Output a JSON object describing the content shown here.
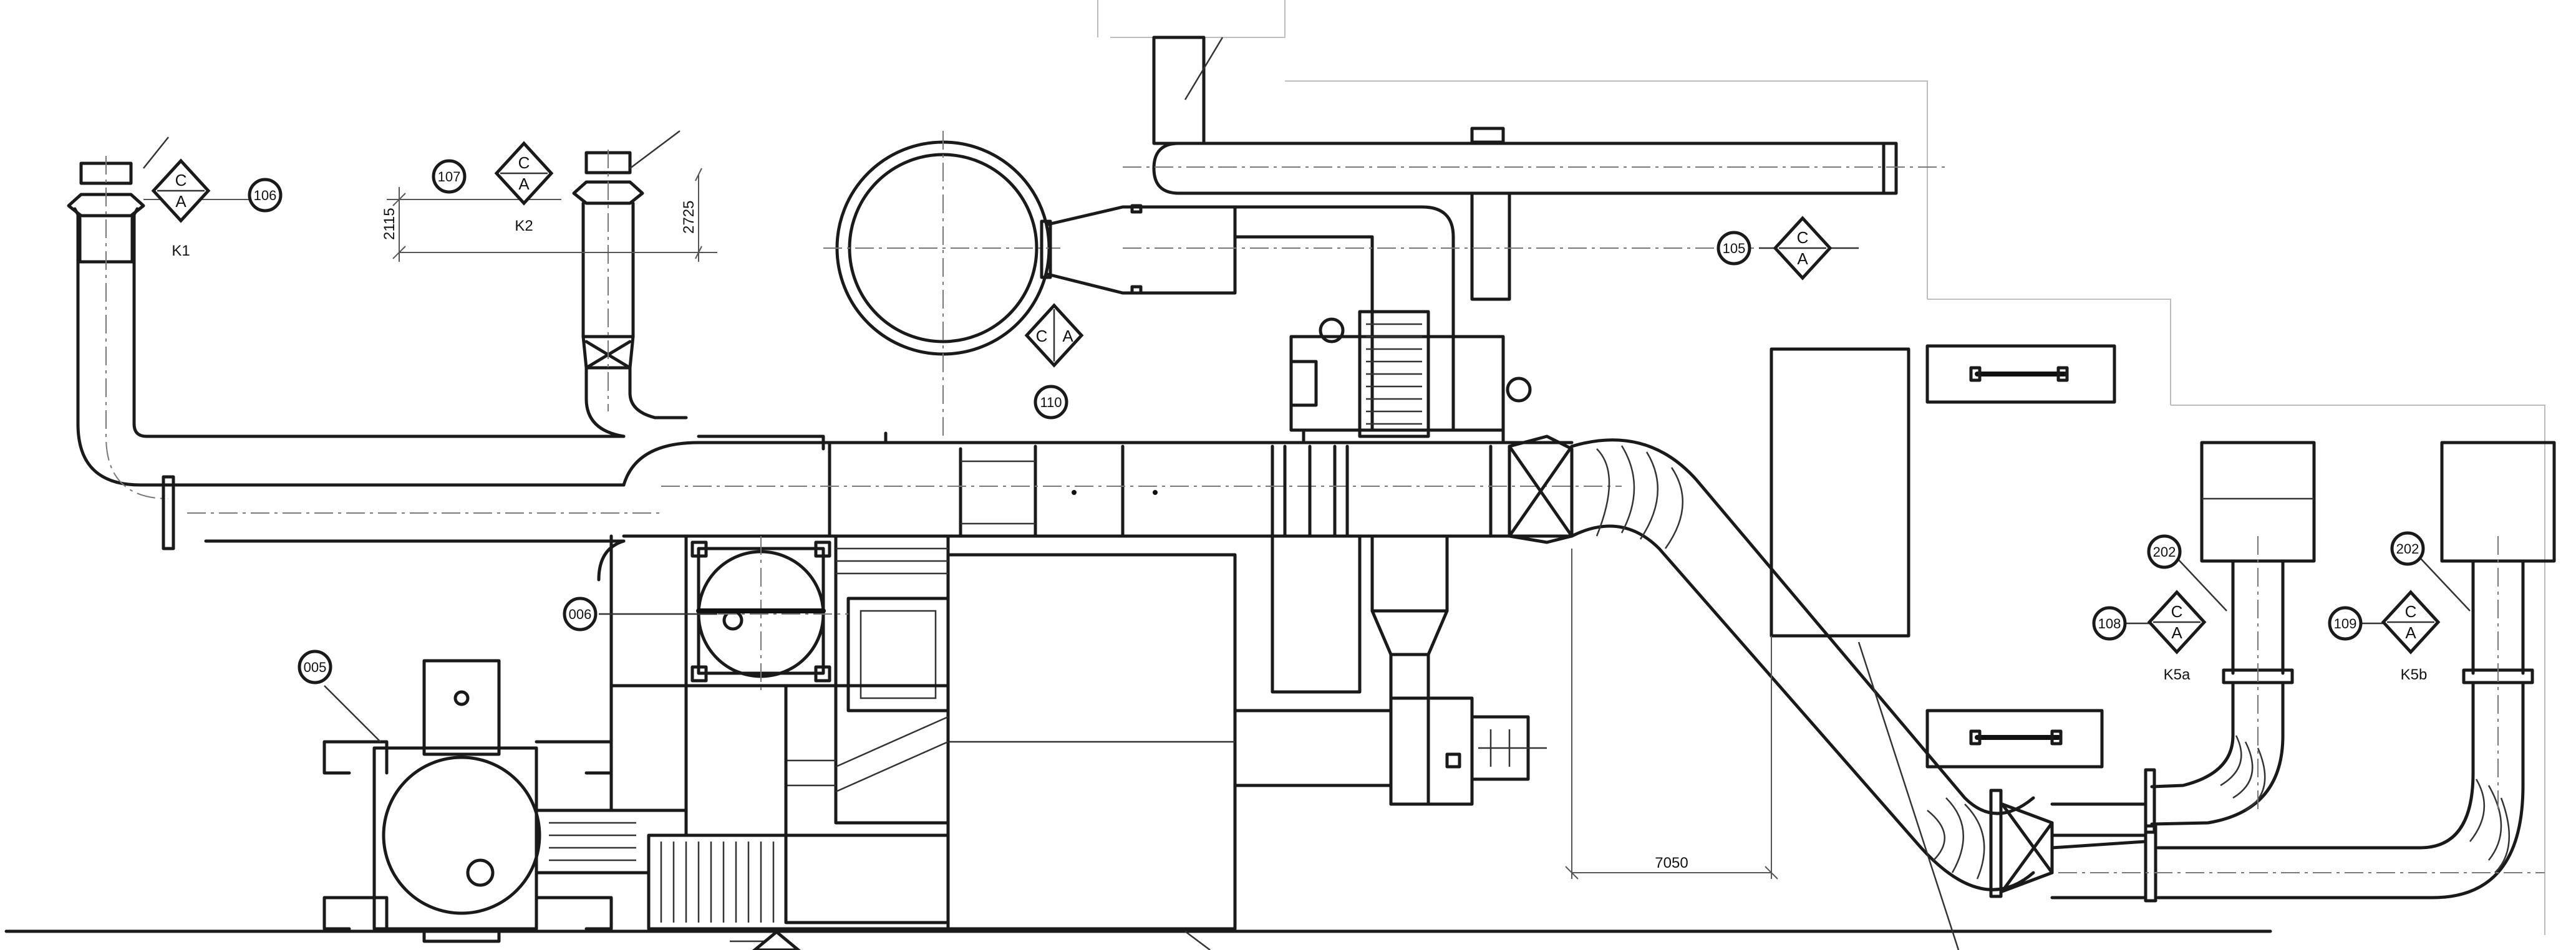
{
  "symbols": {
    "diamond_top": "C",
    "diamond_bottom": "A"
  },
  "tags": {
    "t106": "106",
    "t107": "107",
    "t105": "105",
    "t110": "110",
    "t006": "006",
    "t005": "005",
    "t202a": "202",
    "t202b": "202",
    "t108": "108",
    "t109": "109"
  },
  "labels": {
    "k1": "K1",
    "k2": "K2",
    "k5a": "K5a",
    "k5b": "K5b"
  },
  "dimensions": {
    "d2115": "2115",
    "d2725": "2725",
    "d7050": "7050"
  }
}
